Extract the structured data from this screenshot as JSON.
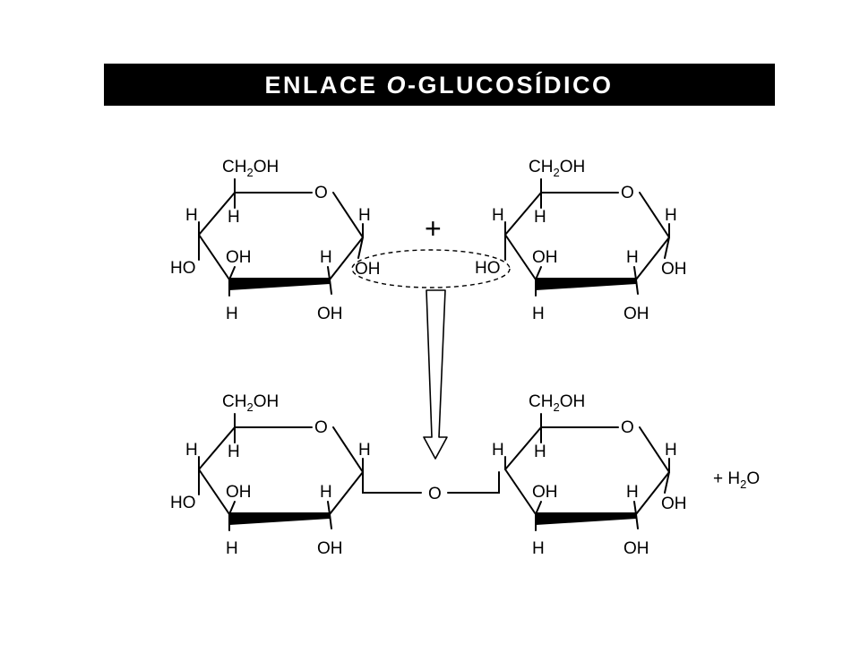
{
  "title": {
    "prefix": "ENLACE ",
    "italic": "O",
    "suffix": "-GLUCOSÍDICO"
  },
  "ring_labels": {
    "ch2oh_main": "CH",
    "ch2oh_sub": "2",
    "ch2oh_end": "OH",
    "ring_oxygen": "O",
    "h": "H",
    "oh": "OH",
    "ho": "HO"
  },
  "reaction": {
    "plus": "+",
    "bridge_oxygen": "O",
    "water_prefix": "+ H",
    "water_sub": "2",
    "water_end": "O"
  },
  "colors": {
    "ink": "#000000",
    "background": "#ffffff",
    "title_bar": "#000000"
  }
}
